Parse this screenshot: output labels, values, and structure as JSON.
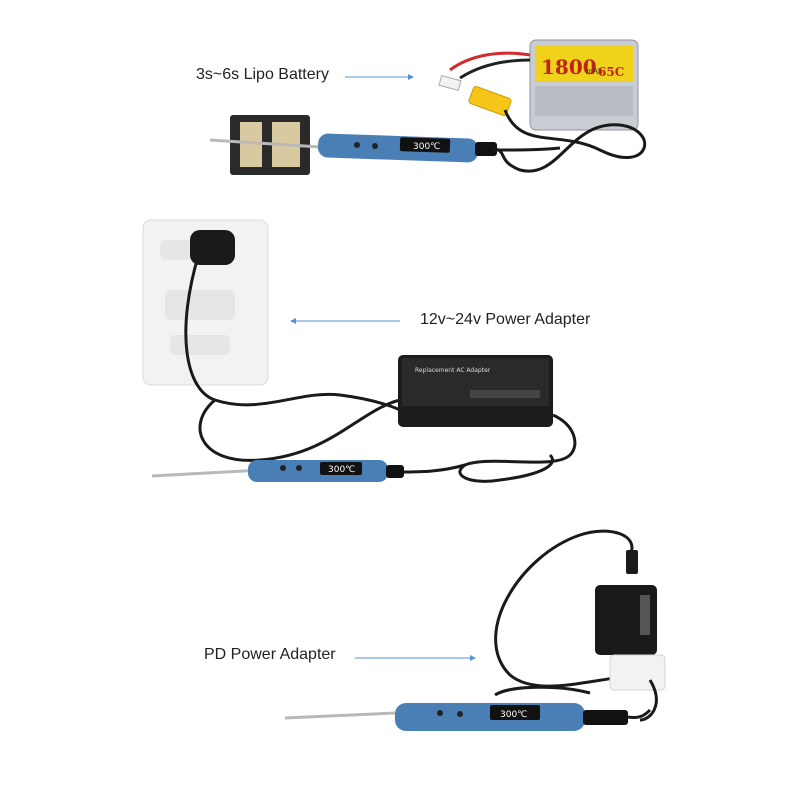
{
  "sections": [
    {
      "label": "3s~6s Lipo Battery",
      "arrow": "right",
      "display": "300℃",
      "battery": {
        "capacity": "1800",
        "unit": "mAh",
        "rating": "65C"
      }
    },
    {
      "label": "12v~24v Power Adapter",
      "arrow": "left",
      "display": "300℃",
      "adapter_title": "Replacement AC Adapter"
    },
    {
      "label": "PD Power Adapter",
      "arrow": "right",
      "display": "300℃"
    }
  ],
  "colors": {
    "iron_blue": "#4a7fb5",
    "iron_dark": "#2f5e8e",
    "arrow": "#5b8fd6",
    "cable": "#1a1a1a",
    "battery_yellow": "#f1d21a",
    "battery_silver": "#c9cdd3",
    "connector_yellow": "#f5c518",
    "socket_white": "#f2f2f2"
  }
}
